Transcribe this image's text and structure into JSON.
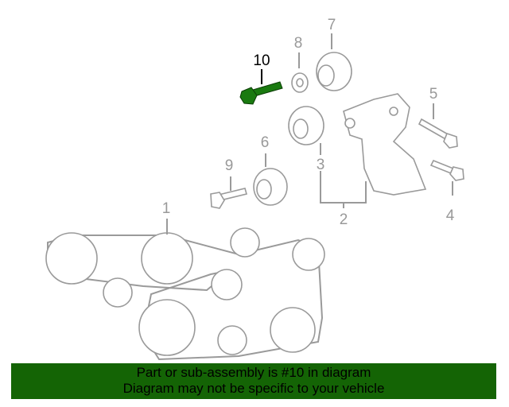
{
  "diagram": {
    "callouts": [
      "1",
      "2",
      "3",
      "4",
      "5",
      "6",
      "7",
      "8",
      "9",
      "10"
    ],
    "highlighted_callout": "10",
    "highlight_color": "#1a7a10"
  },
  "banner": {
    "line1": "Part or sub-assembly is #10 in diagram",
    "line2": "Diagram may not be specific to your vehicle",
    "color": "#146405"
  }
}
